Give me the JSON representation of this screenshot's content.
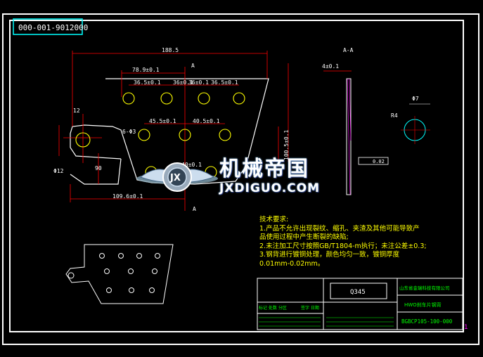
{
  "drawing": {
    "code_tag": "000-001-9012000",
    "section_label": "A-A",
    "cut_label_top": "A",
    "cut_label_bottom": "A",
    "dims": {
      "overall_width": "188.5",
      "d_78_9": "78.9±0.1",
      "d_36_5_a": "36.5±0.1",
      "d_36_a": "36±0.1",
      "d_36_b": "36±0.1",
      "d_36_5_b": "36.5±0.1",
      "d_45_5": "45.5±0.1",
      "d_40_5": "40.5±0.1",
      "d_12": "12",
      "d_6_phi3": "6-Φ3",
      "d_phi12": "Φ12",
      "d_90": "90",
      "d_109_6": "109.6±0.1",
      "d_40_2": "40±0.1",
      "d_4": "4±0.1",
      "d_100": "100.5±0.1",
      "flatness": "0.02"
    },
    "detail": {
      "r4": "R4",
      "phi_detail": "Φ7"
    }
  },
  "watermark": {
    "logo_letters": "JX",
    "name": "机械帝国",
    "url": "JXDIGUO.COM"
  },
  "tech": {
    "title": "技术要求:",
    "lines": [
      "1.产品不允许出现裂纹、缩孔、夹渣及其他可能导致产",
      "品使用过程中产生断裂的缺陷;",
      "2.未注加工尺寸按照GB/T1804-m执行；未注公差±0.3;",
      "3.钢背进行镀铜处理，颜色均匀一致，镀铜厚度",
      "0.01mm-0.02mm。"
    ]
  },
  "title_block": {
    "material": "Q345",
    "company": "山东省金瑞科技有限公司",
    "part_name": "HWO刹车片钢背",
    "drawing_no": "BGBCP105-100-000",
    "sheet_labels": "标记 处数 分区",
    "scale_labels": "签字  日期",
    "page_mark": "1"
  },
  "colors": {
    "background": "#000000",
    "frame": "#ffffff",
    "outline": "#ffffff",
    "dimension": "#ff0000",
    "holes": "#ffff00",
    "text": "#ffff00",
    "detail": "#00ffff",
    "title_text": "#00ff00",
    "tag": "#00ffff"
  }
}
